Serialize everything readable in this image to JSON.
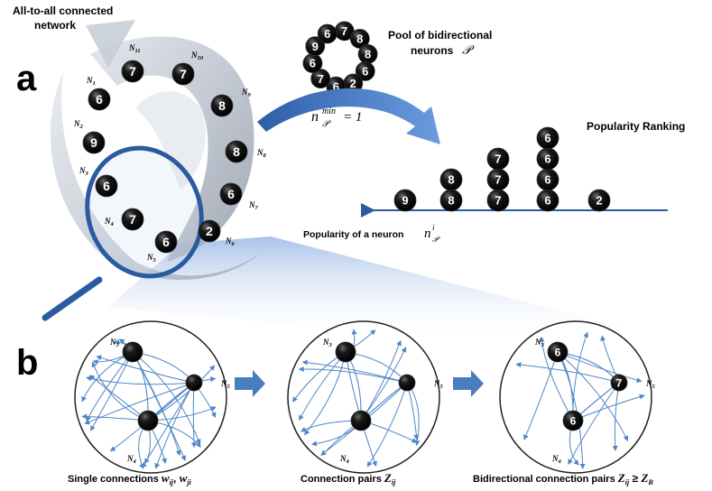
{
  "panel_a": {
    "letter": "a",
    "network_title_line1": "All-to-all connected",
    "network_title_line2": "network",
    "neurons": [
      {
        "id": "N1",
        "sub": "1",
        "val": "6"
      },
      {
        "id": "N2",
        "sub": "2",
        "val": "9"
      },
      {
        "id": "N3",
        "sub": "3",
        "val": "6"
      },
      {
        "id": "N4",
        "sub": "4",
        "val": "7"
      },
      {
        "id": "N5",
        "sub": "5",
        "val": "6"
      },
      {
        "id": "N6",
        "sub": "6",
        "val": "2"
      },
      {
        "id": "N7",
        "sub": "7",
        "val": "6"
      },
      {
        "id": "N8",
        "sub": "8",
        "val": "8"
      },
      {
        "id": "N9",
        "sub": "9",
        "val": "8"
      },
      {
        "id": "N10",
        "sub": "10",
        "val": "7"
      },
      {
        "id": "N11",
        "sub": "11",
        "val": "7"
      }
    ],
    "pool_title_line1": "Pool of bidirectional",
    "pool_title_line2": "neurons",
    "pool_symbol": "𝒫",
    "pool_values": [
      "7",
      "8",
      "8",
      "6",
      "2",
      "6",
      "7",
      "6",
      "9",
      "6"
    ],
    "min_label_n": "n",
    "min_label_sup": "min",
    "min_label_sub": "𝒫",
    "min_label_eq": "= 1",
    "ranking_title": "Popularity Ranking",
    "ranking_stacks": [
      {
        "value": "9",
        "count": 1
      },
      {
        "value": "8",
        "count": 2
      },
      {
        "value": "7",
        "count": 3
      },
      {
        "value": "6",
        "count": 4
      },
      {
        "value": "2",
        "count": 1
      }
    ],
    "popularity_label": "Popularity of a neuron",
    "popularity_sym_n": "n",
    "popularity_sym_sup": "i",
    "popularity_sym_sub": "𝒫"
  },
  "panel_b": {
    "letter": "b",
    "circles": [
      {
        "caption": "Single connections",
        "math_a": "w",
        "sub_a": "ij",
        "math_b": "w",
        "sub_b": "ji",
        "nodes": [
          {
            "label": "N",
            "sub": "3",
            "val": ""
          },
          {
            "label": "N",
            "sub": "5",
            "val": ""
          },
          {
            "label": "N",
            "sub": "4",
            "val": ""
          }
        ]
      },
      {
        "caption": "Connection pairs",
        "math_a": "Z",
        "sub_a": "ij",
        "math_b": "",
        "sub_b": "",
        "nodes": [
          {
            "label": "N",
            "sub": "3",
            "val": ""
          },
          {
            "label": "N",
            "sub": "5",
            "val": ""
          },
          {
            "label": "N",
            "sub": "4",
            "val": ""
          }
        ]
      },
      {
        "caption": "Bidirectional connection pairs",
        "math_a": "Z",
        "sub_a": "ij",
        "op": "≥",
        "math_b": "Z",
        "sub_b": "B",
        "nodes": [
          {
            "label": "N",
            "sub": "3",
            "val": "6"
          },
          {
            "label": "N",
            "sub": "5",
            "val": "7"
          },
          {
            "label": "N",
            "sub": "4",
            "val": "6"
          }
        ]
      }
    ]
  },
  "colors": {
    "neuron_fill": "#0d0d0d",
    "arrow_blue": "#3a6db5",
    "flow_arrow": "#4a7cc0",
    "lens_blue": "#2a5aa0",
    "connection_blue": "#4f86c6"
  }
}
